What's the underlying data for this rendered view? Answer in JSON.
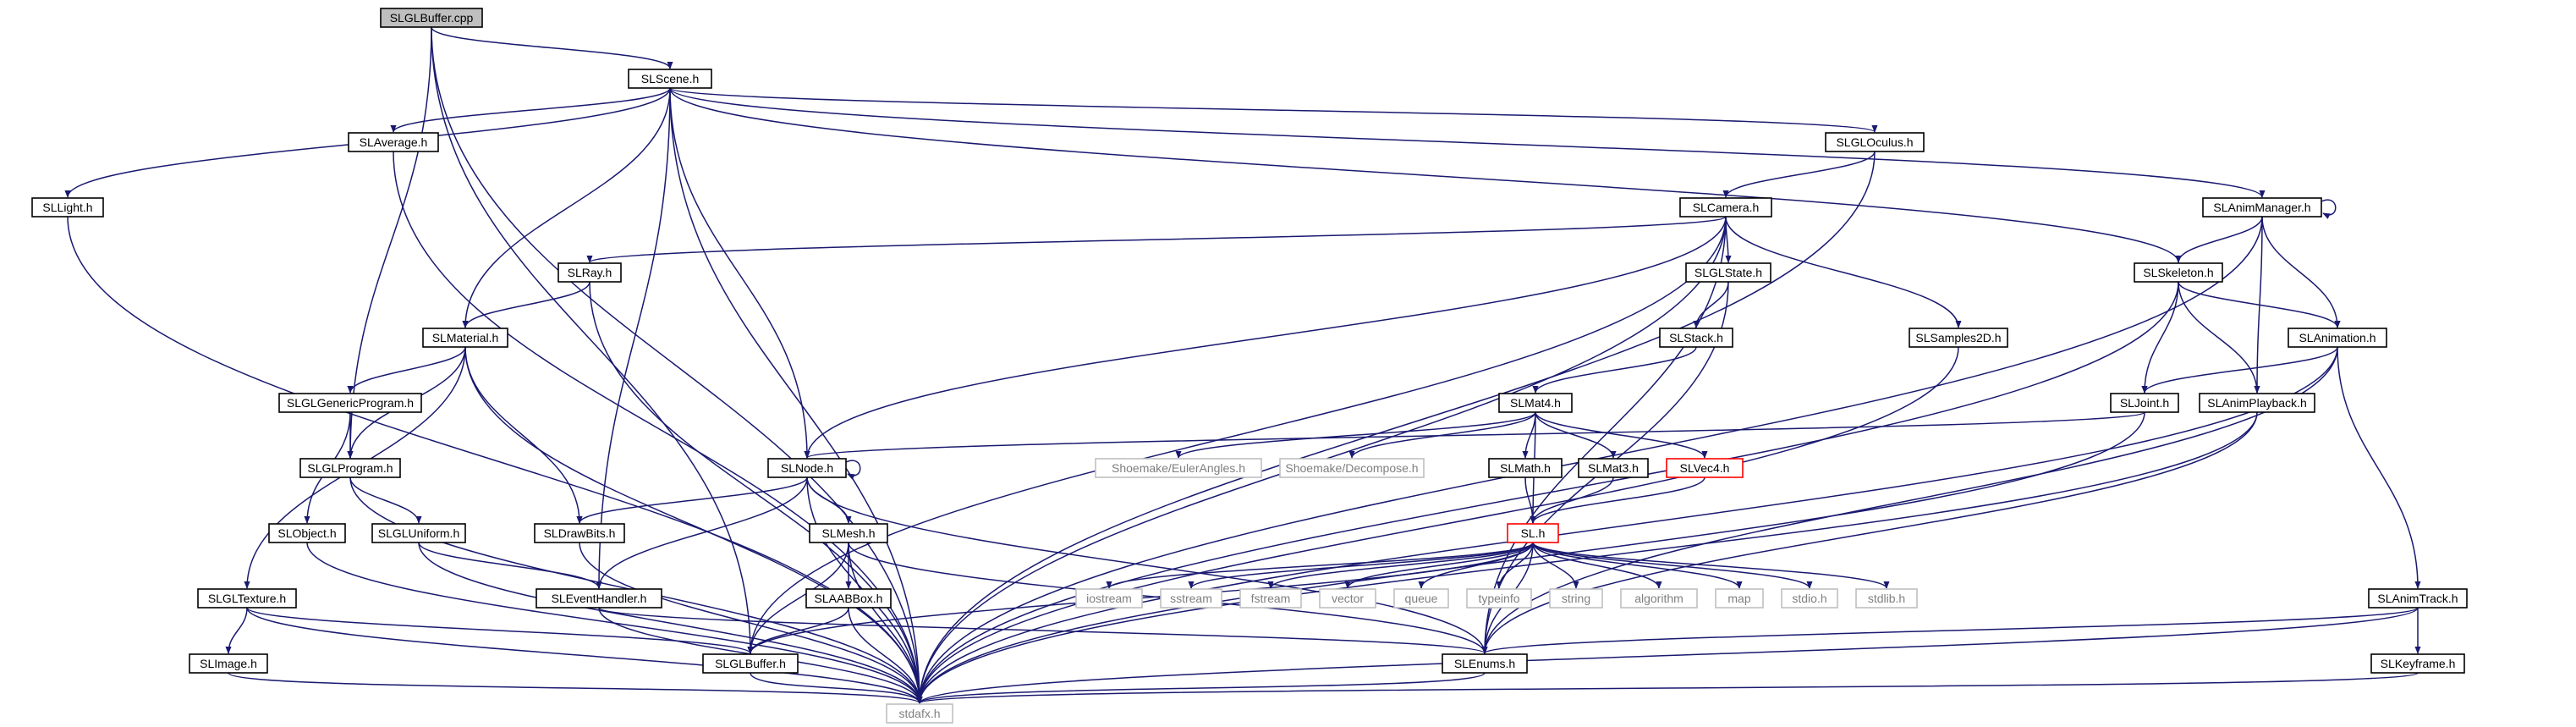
{
  "colors": {
    "edge": "#191970",
    "node_border": "#000000",
    "external_border": "#bfbfbf",
    "external_text": "#7f7f7f",
    "root_fill": "#bfbfbf",
    "missing_border": "#ff0000",
    "background": "#ffffff"
  },
  "nodes": [
    {
      "id": "SLGLBuffer_cpp",
      "label": "SLGLBuffer.cpp",
      "kind": "root"
    },
    {
      "id": "SLScene",
      "label": "SLScene.h",
      "kind": "file"
    },
    {
      "id": "SLAverage",
      "label": "SLAverage.h",
      "kind": "file"
    },
    {
      "id": "SLLight",
      "label": "SLLight.h",
      "kind": "file"
    },
    {
      "id": "SLGLOculus",
      "label": "SLGLOculus.h",
      "kind": "file"
    },
    {
      "id": "SLAnimManager",
      "label": "SLAnimManager.h",
      "kind": "file"
    },
    {
      "id": "SLCamera",
      "label": "SLCamera.h",
      "kind": "file"
    },
    {
      "id": "SLRay",
      "label": "SLRay.h",
      "kind": "file"
    },
    {
      "id": "SLGLState",
      "label": "SLGLState.h",
      "kind": "file"
    },
    {
      "id": "SLSkeleton",
      "label": "SLSkeleton.h",
      "kind": "file"
    },
    {
      "id": "SLMaterial",
      "label": "SLMaterial.h",
      "kind": "file"
    },
    {
      "id": "SLStack",
      "label": "SLStack.h",
      "kind": "file"
    },
    {
      "id": "SLSamples2D",
      "label": "SLSamples2D.h",
      "kind": "file"
    },
    {
      "id": "SLAnimation",
      "label": "SLAnimation.h",
      "kind": "file"
    },
    {
      "id": "SLGLGenericProgram",
      "label": "SLGLGenericProgram.h",
      "kind": "file"
    },
    {
      "id": "SLMat4",
      "label": "SLMat4.h",
      "kind": "file"
    },
    {
      "id": "SLJoint",
      "label": "SLJoint.h",
      "kind": "file"
    },
    {
      "id": "SLAnimPlayback",
      "label": "SLAnimPlayback.h",
      "kind": "file"
    },
    {
      "id": "SLGLProgram",
      "label": "SLGLProgram.h",
      "kind": "file"
    },
    {
      "id": "SLNode",
      "label": "SLNode.h",
      "kind": "file"
    },
    {
      "id": "EulerAngles",
      "label": "Shoemake/EulerAngles.h",
      "kind": "external"
    },
    {
      "id": "Decompose",
      "label": "Shoemake/Decompose.h",
      "kind": "external"
    },
    {
      "id": "SLMath",
      "label": "SLMath.h",
      "kind": "file"
    },
    {
      "id": "SLMat3",
      "label": "SLMat3.h",
      "kind": "file"
    },
    {
      "id": "SLVec4",
      "label": "SLVec4.h",
      "kind": "missing"
    },
    {
      "id": "SLObject",
      "label": "SLObject.h",
      "kind": "file"
    },
    {
      "id": "SLGLUniform",
      "label": "SLGLUniform.h",
      "kind": "file"
    },
    {
      "id": "SLDrawBits",
      "label": "SLDrawBits.h",
      "kind": "file"
    },
    {
      "id": "SLMesh",
      "label": "SLMesh.h",
      "kind": "file"
    },
    {
      "id": "SL",
      "label": "SL.h",
      "kind": "missing"
    },
    {
      "id": "SLGLTexture",
      "label": "SLGLTexture.h",
      "kind": "file"
    },
    {
      "id": "SLEventHandler",
      "label": "SLEventHandler.h",
      "kind": "file"
    },
    {
      "id": "SLAABBox",
      "label": "SLAABBox.h",
      "kind": "file"
    },
    {
      "id": "iostream",
      "label": "iostream",
      "kind": "external"
    },
    {
      "id": "sstream",
      "label": "sstream",
      "kind": "external"
    },
    {
      "id": "fstream",
      "label": "fstream",
      "kind": "external"
    },
    {
      "id": "vector",
      "label": "vector",
      "kind": "external"
    },
    {
      "id": "queue",
      "label": "queue",
      "kind": "external"
    },
    {
      "id": "typeinfo",
      "label": "typeinfo",
      "kind": "external"
    },
    {
      "id": "string",
      "label": "string",
      "kind": "external"
    },
    {
      "id": "algorithm",
      "label": "algorithm",
      "kind": "external"
    },
    {
      "id": "map",
      "label": "map",
      "kind": "external"
    },
    {
      "id": "stdio",
      "label": "stdio.h",
      "kind": "external"
    },
    {
      "id": "stdlib",
      "label": "stdlib.h",
      "kind": "external"
    },
    {
      "id": "SLAnimTrack",
      "label": "SLAnimTrack.h",
      "kind": "file"
    },
    {
      "id": "SLImage",
      "label": "SLImage.h",
      "kind": "file"
    },
    {
      "id": "SLGLBuffer_h",
      "label": "SLGLBuffer.h",
      "kind": "file"
    },
    {
      "id": "SLEnums",
      "label": "SLEnums.h",
      "kind": "file"
    },
    {
      "id": "SLKeyframe",
      "label": "SLKeyframe.h",
      "kind": "file"
    },
    {
      "id": "stdafx",
      "label": "stdafx.h",
      "kind": "external"
    }
  ],
  "edges": [
    [
      "SLGLBuffer_cpp",
      "SLScene"
    ],
    [
      "SLGLBuffer_cpp",
      "SLGLProgram"
    ],
    [
      "SLGLBuffer_cpp",
      "SLGLBuffer_h"
    ],
    [
      "SLGLBuffer_cpp",
      "stdafx"
    ],
    [
      "SLScene",
      "SLAverage"
    ],
    [
      "SLScene",
      "SLLight"
    ],
    [
      "SLScene",
      "SLGLOculus"
    ],
    [
      "SLScene",
      "SLAnimManager"
    ],
    [
      "SLScene",
      "SLSkeleton"
    ],
    [
      "SLScene",
      "SLMaterial"
    ],
    [
      "SLScene",
      "SLNode"
    ],
    [
      "SLScene",
      "SLEventHandler"
    ],
    [
      "SLScene",
      "stdafx"
    ],
    [
      "SLAverage",
      "stdafx"
    ],
    [
      "SLLight",
      "stdafx"
    ],
    [
      "SLGLOculus",
      "SLCamera"
    ],
    [
      "SLGLOculus",
      "stdafx"
    ],
    [
      "SLAnimManager",
      "SLAnimManager"
    ],
    [
      "SLAnimManager",
      "SLSkeleton"
    ],
    [
      "SLAnimManager",
      "SLAnimation"
    ],
    [
      "SLAnimManager",
      "SLAnimPlayback"
    ],
    [
      "SLAnimManager",
      "stdafx"
    ],
    [
      "SLCamera",
      "SLRay"
    ],
    [
      "SLCamera",
      "SLGLState"
    ],
    [
      "SLCamera",
      "SLSamples2D"
    ],
    [
      "SLCamera",
      "SLNode"
    ],
    [
      "SLCamera",
      "SLGLBuffer_h"
    ],
    [
      "SLCamera",
      "SLEnums"
    ],
    [
      "SLCamera",
      "stdafx"
    ],
    [
      "SLRay",
      "SLMaterial"
    ],
    [
      "SLRay",
      "stdafx"
    ],
    [
      "SLGLState",
      "SLStack"
    ],
    [
      "SLGLState",
      "SLEnums"
    ],
    [
      "SLStack",
      "SLMat4"
    ],
    [
      "SLSkeleton",
      "SLAnimation"
    ],
    [
      "SLSkeleton",
      "SLJoint"
    ],
    [
      "SLSkeleton",
      "SLAnimPlayback"
    ],
    [
      "SLSkeleton",
      "stdafx"
    ],
    [
      "SLMaterial",
      "SLGLGenericProgram"
    ],
    [
      "SLMaterial",
      "SLGLProgram"
    ],
    [
      "SLMaterial",
      "SLGLTexture"
    ],
    [
      "SLMaterial",
      "SLDrawBits"
    ],
    [
      "SLMaterial",
      "stdafx"
    ],
    [
      "SLSamples2D",
      "stdafx"
    ],
    [
      "SLAnimation",
      "SLJoint"
    ],
    [
      "SLAnimation",
      "SLAnimTrack"
    ],
    [
      "SLAnimation",
      "SLEnums"
    ],
    [
      "SLAnimation",
      "stdafx"
    ],
    [
      "SLGLGenericProgram",
      "SLGLProgram"
    ],
    [
      "SLGLGenericProgram",
      "SLObject"
    ],
    [
      "SLMat4",
      "EulerAngles"
    ],
    [
      "SLMat4",
      "Decompose"
    ],
    [
      "SLMat4",
      "SLMath"
    ],
    [
      "SLMat4",
      "SLMat3"
    ],
    [
      "SLMat4",
      "SLVec4"
    ],
    [
      "SLMat4",
      "SL"
    ],
    [
      "SLJoint",
      "SLNode"
    ],
    [
      "SLJoint",
      "stdafx"
    ],
    [
      "SLAnimPlayback",
      "SLEnums"
    ],
    [
      "SLAnimPlayback",
      "stdafx"
    ],
    [
      "SLGLProgram",
      "SLGLUniform"
    ],
    [
      "SLGLProgram",
      "stdafx"
    ],
    [
      "SLNode",
      "SLNode"
    ],
    [
      "SLNode",
      "SLDrawBits"
    ],
    [
      "SLNode",
      "SLMesh"
    ],
    [
      "SLNode",
      "SLEventHandler"
    ],
    [
      "SLNode",
      "SLEnums"
    ],
    [
      "SLNode",
      "stdafx"
    ],
    [
      "SLMath",
      "SL"
    ],
    [
      "SLMat3",
      "SL"
    ],
    [
      "SLVec4",
      "SL"
    ],
    [
      "SLObject",
      "stdafx"
    ],
    [
      "SLGLUniform",
      "SLEventHandler"
    ],
    [
      "SLGLUniform",
      "stdafx"
    ],
    [
      "SLDrawBits",
      "stdafx"
    ],
    [
      "SLMesh",
      "SLAABBox"
    ],
    [
      "SLMesh",
      "SLGLBuffer_h"
    ],
    [
      "SLMesh",
      "SLEnums"
    ],
    [
      "SLMesh",
      "stdafx"
    ],
    [
      "SL",
      "iostream"
    ],
    [
      "SL",
      "sstream"
    ],
    [
      "SL",
      "fstream"
    ],
    [
      "SL",
      "vector"
    ],
    [
      "SL",
      "queue"
    ],
    [
      "SL",
      "typeinfo"
    ],
    [
      "SL",
      "string"
    ],
    [
      "SL",
      "algorithm"
    ],
    [
      "SL",
      "map"
    ],
    [
      "SL",
      "stdio"
    ],
    [
      "SL",
      "stdlib"
    ],
    [
      "SL",
      "SLGLBuffer_h"
    ],
    [
      "SL",
      "SLEnums"
    ],
    [
      "SLGLTexture",
      "SLImage"
    ],
    [
      "SLGLTexture",
      "SLGLBuffer_h"
    ],
    [
      "SLGLTexture",
      "stdafx"
    ],
    [
      "SLEventHandler",
      "SLEnums"
    ],
    [
      "SLEventHandler",
      "stdafx"
    ],
    [
      "SLAABBox",
      "SLGLBuffer_h"
    ],
    [
      "SLAABBox",
      "stdafx"
    ],
    [
      "SLAnimTrack",
      "SLKeyframe"
    ],
    [
      "SLAnimTrack",
      "SLEnums"
    ],
    [
      "SLAnimTrack",
      "stdafx"
    ],
    [
      "SLImage",
      "stdafx"
    ],
    [
      "SLGLBuffer_h",
      "stdafx"
    ],
    [
      "SLEnums",
      "stdafx"
    ],
    [
      "SLKeyframe",
      "stdafx"
    ]
  ]
}
